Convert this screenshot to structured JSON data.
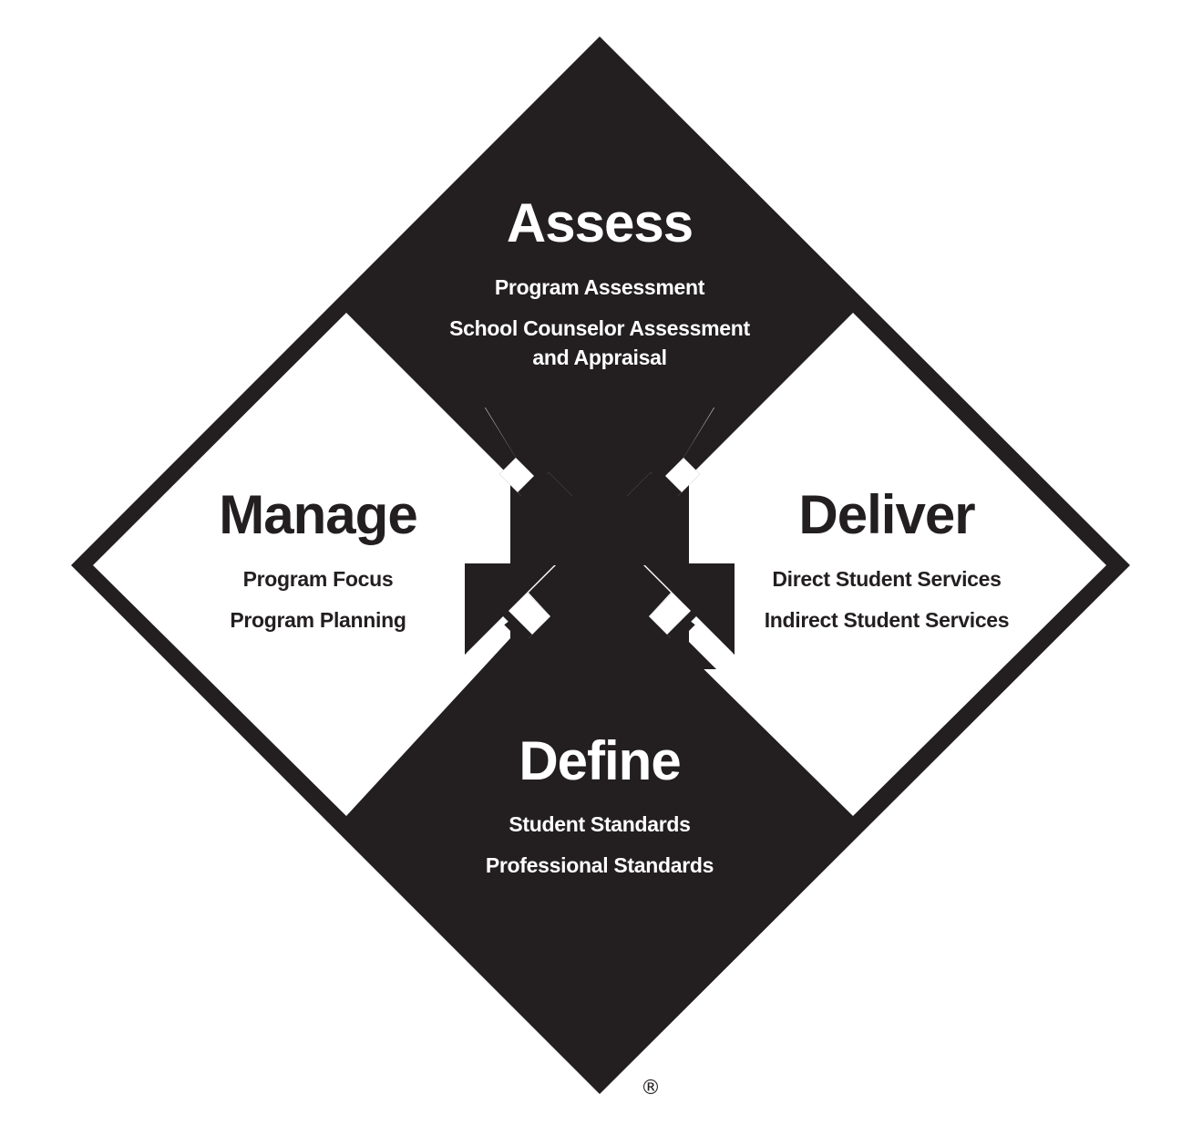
{
  "colors": {
    "ink": "#231f20",
    "paper": "#ffffff"
  },
  "quadrants": {
    "assess": {
      "title": "Assess",
      "items": [
        "Program Assessment",
        "School Counselor Assessment",
        "and Appraisal"
      ]
    },
    "manage": {
      "title": "Manage",
      "items": [
        "Program Focus",
        "Program Planning"
      ]
    },
    "deliver": {
      "title": "Deliver",
      "items": [
        "Direct Student Services",
        "Indirect Student Services"
      ]
    },
    "define": {
      "title": "Define",
      "items": [
        "Student Standards",
        "Professional Standards"
      ]
    }
  },
  "registered_mark": "®"
}
